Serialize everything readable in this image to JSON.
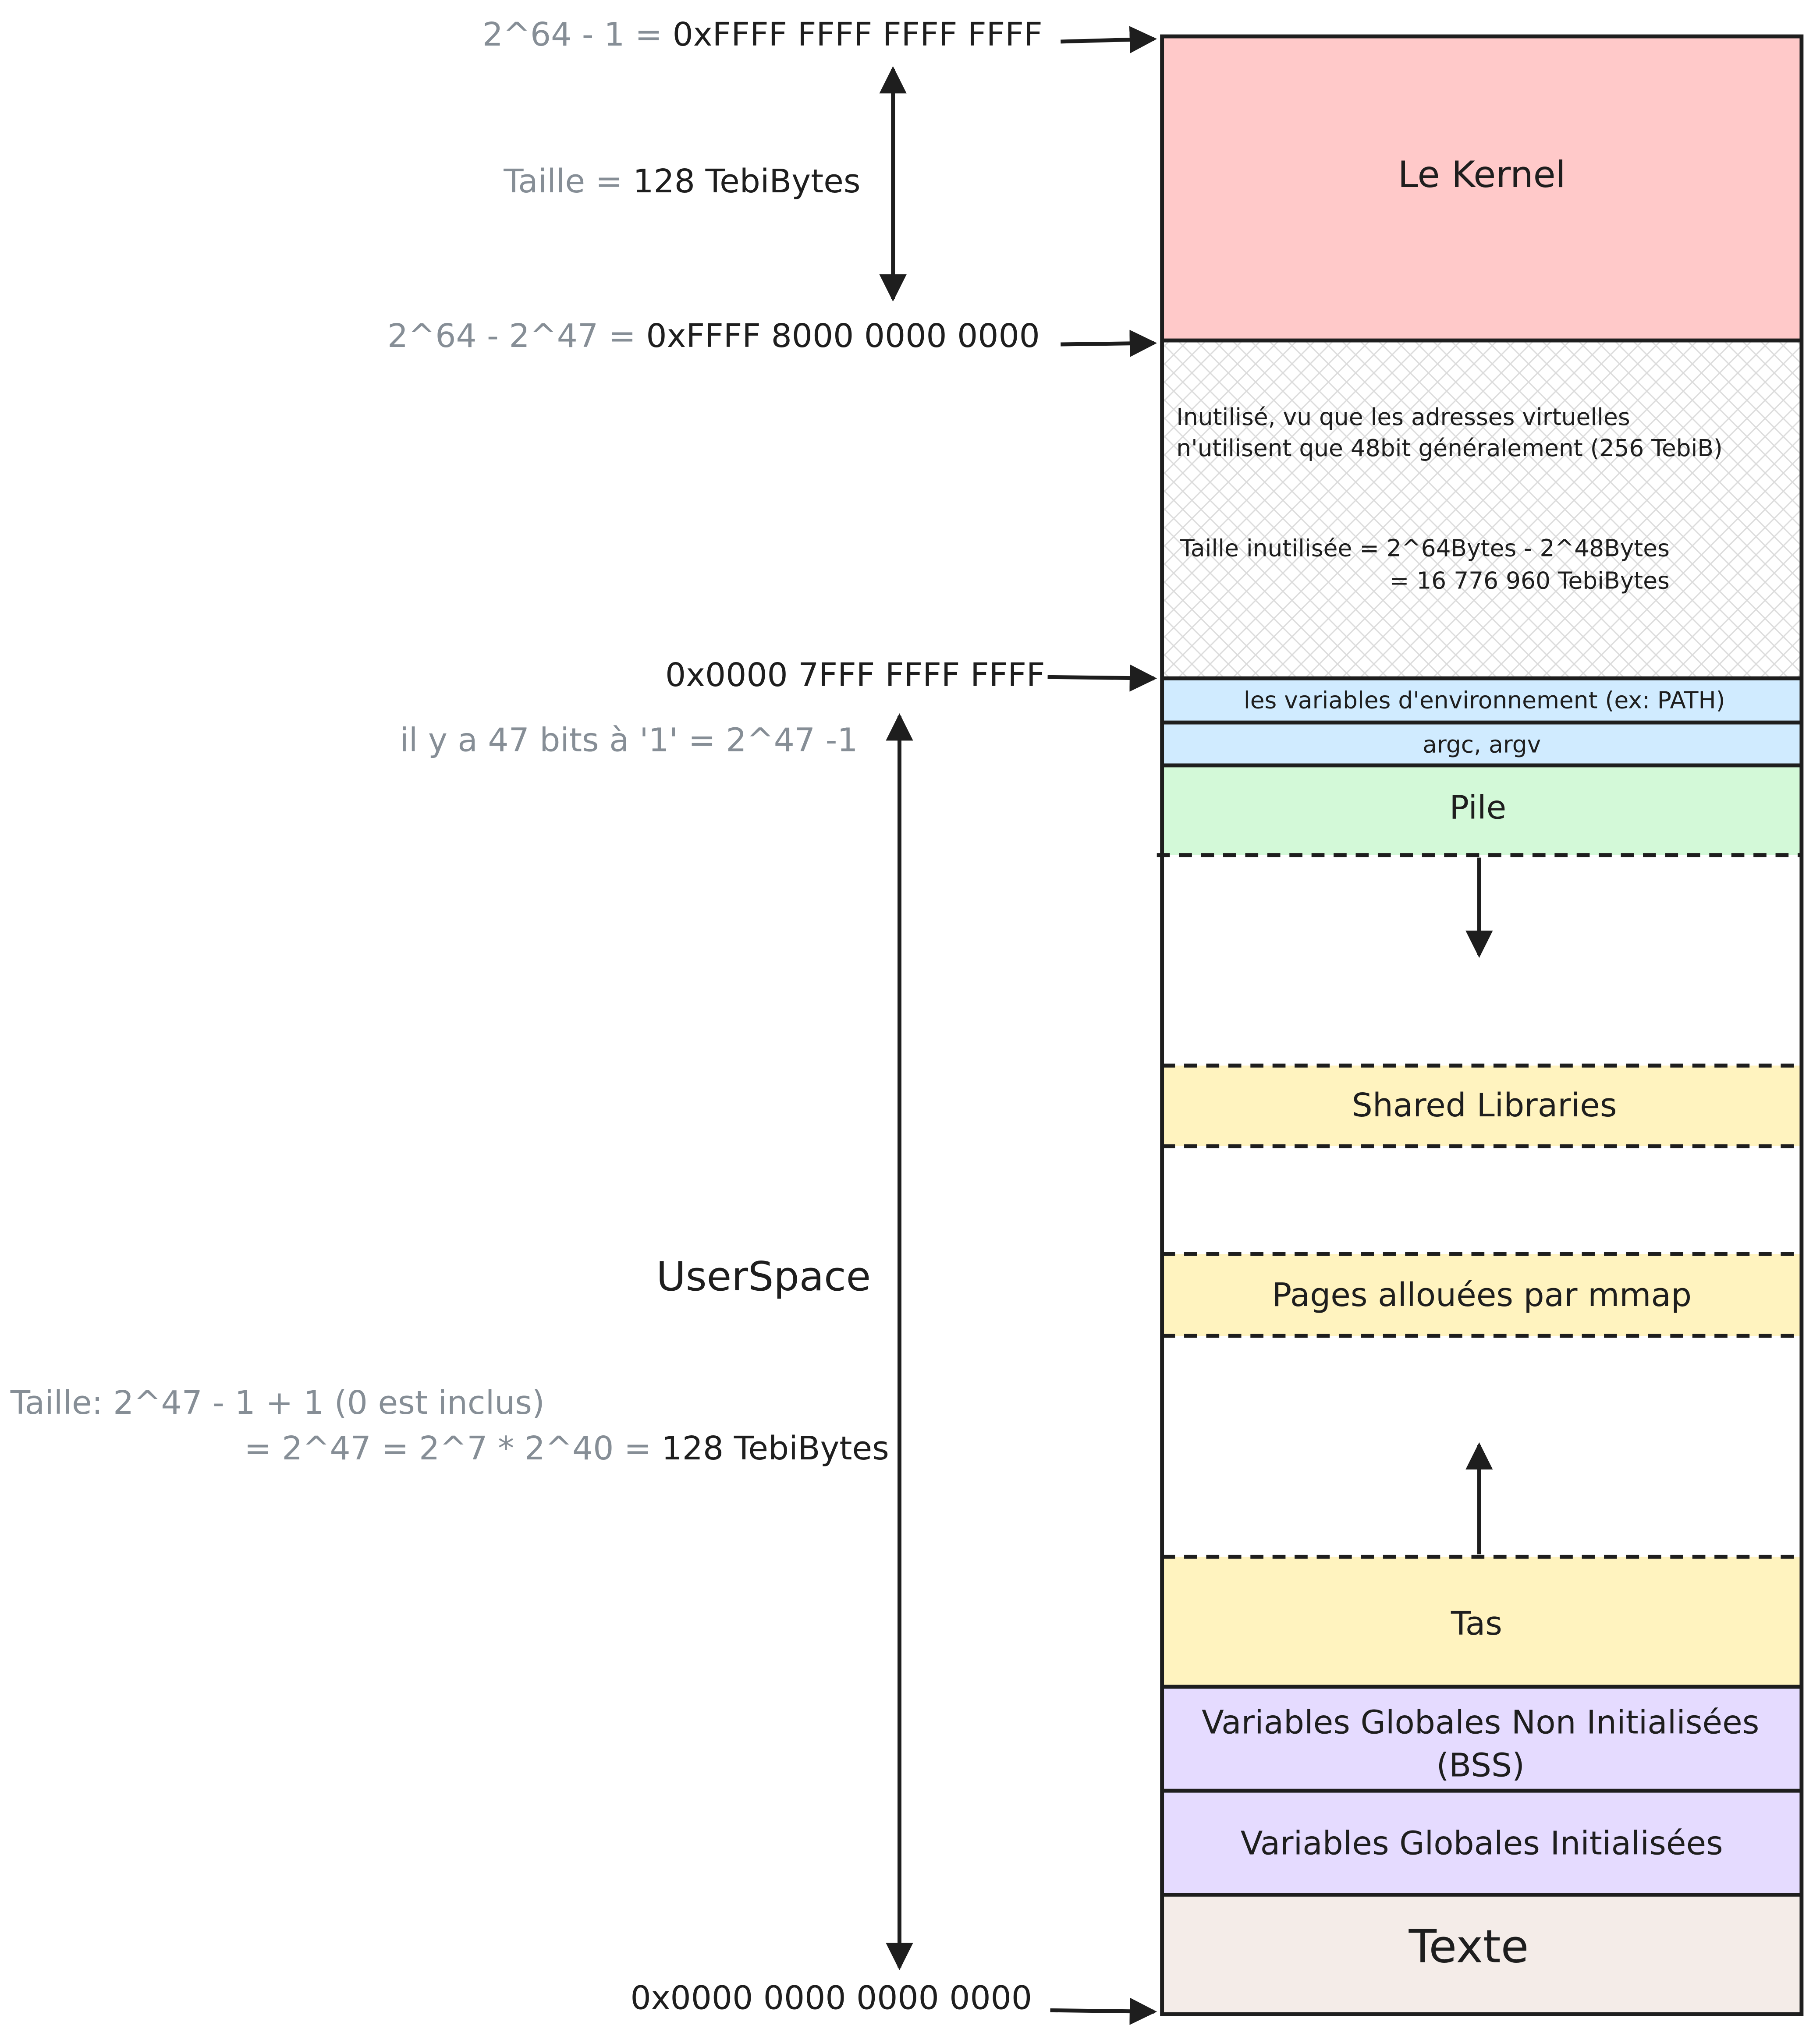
{
  "addresses": {
    "top": {
      "prefix": "2^64 - 1 = ",
      "value": "0xFFFF FFFF FFFF FFFF"
    },
    "kernel_start": {
      "prefix": "2^64 - 2^47 = ",
      "value": "0xFFFF 8000 0000 0000"
    },
    "user_top": {
      "value": "0x0000 7FFF FFFF FFFF"
    },
    "bottom": {
      "value": "0x0000 0000 0000 0000"
    }
  },
  "kernel_size": {
    "prefix": "Taille = ",
    "value": "128 TebiBytes"
  },
  "bits_note": "il y a 47 bits à '1' = 2^47 -1",
  "userspace_label": "UserSpace",
  "userspace_size": {
    "line1": "Taille: 2^47 - 1 + 1 (0 est inclus)",
    "line2_prefix": "= 2^47 = 2^7 * 2^40 = ",
    "line2_value": "128 TebiBytes"
  },
  "segments": {
    "kernel": "Le Kernel",
    "unused_line1": "Inutilisé, vu que les adresses virtuelles",
    "unused_line2": "n'utilisent que 48bit généralement (256 TebiB)",
    "unused_size_line1": "Taille inutilisée = 2^64Bytes - 2^48Bytes",
    "unused_size_line2": "= 16 776 960 TebiBytes",
    "env": "les variables d'environnement (ex: PATH)",
    "args": "argc, argv",
    "stack": "Pile",
    "shared": "Shared Libraries",
    "mmap": "Pages allouées par mmap",
    "heap": "Tas",
    "bss_line1": "Variables Globales Non Initialisées",
    "bss_line2": "(BSS)",
    "data": "Variables Globales Initialisées",
    "text": "Texte"
  },
  "colors": {
    "kernel": "#ffc9c9",
    "env": "#d0ebff",
    "stack": "#d3f9d8",
    "shared": "#fff3bf",
    "bss": "#e5dbff",
    "text": "#f4ece8",
    "stroke": "#1e1e1e",
    "gray_text": "#868e96"
  }
}
